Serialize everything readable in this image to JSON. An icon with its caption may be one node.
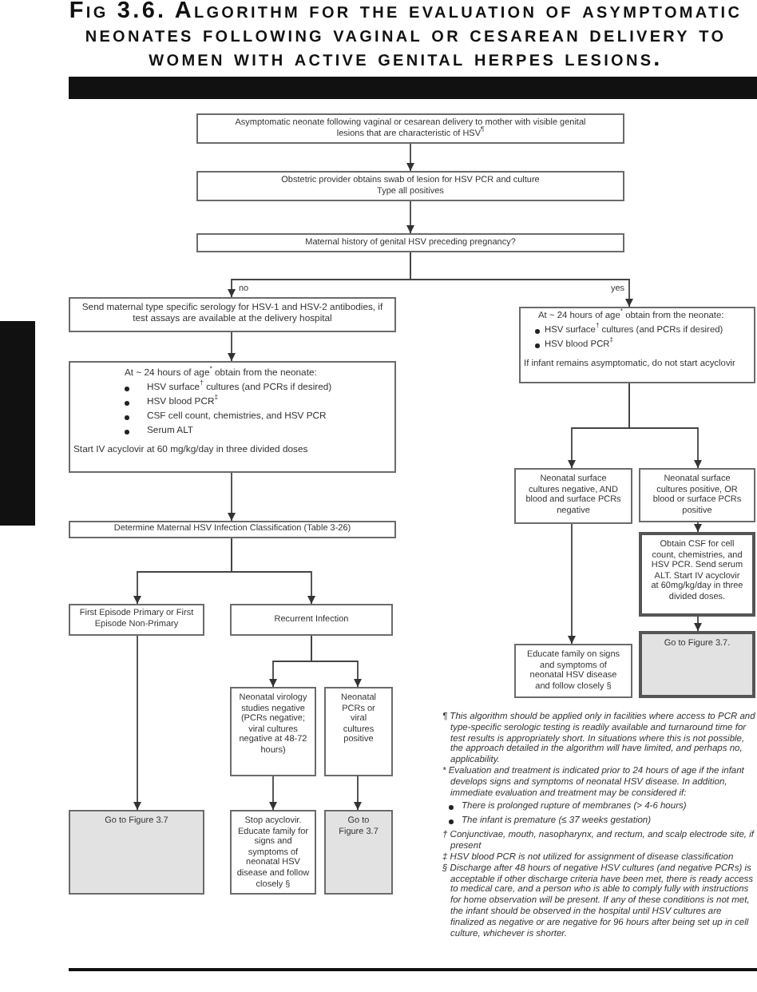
{
  "diagram": {
    "title": "Fig 3.6. Algorithm for the evaluation of asymptomatic neonates following vaginal or cesarean delivery to women with active genital herpes lesions.",
    "nodes": [
      {
        "text": [
          "Asymptomatic neonate following vaginal or cesarean delivery to mother with visible genital lesions that are characteristic of HSV$^{¶}$"
        ]
      },
      {
        "text": [
          "Obstetric provider obtains swab of lesion for HSV PCR and culture",
          "Type all positives"
        ]
      },
      {
        "text": [
          "Maternal history of genital HSV preceding pregnancy?"
        ]
      },
      {
        "text": [
          "Send maternal type specific serology for HSV-1 and HSV-2 antibodies, if test assays are available at the delivery hospital"
        ]
      },
      {
        "text": [
          "At ~ 24 hours of age$^{*}$ obtain from the neonate:",
          "HSV surface$^{†}$ cultures (and PCRs if desired)",
          "HSV blood PCR$^{‡}$",
          "CSF cell count, chemistries, and HSV PCR",
          "Serum ALT",
          "Start IV acyclovir at 60 mg/kg/day in three divided doses"
        ]
      },
      {
        "text": [
          "Determine Maternal HSV Infection Classification (Table 3-26)"
        ]
      },
      {
        "text": [
          "First Episode Primary or First Episode Non-Primary"
        ]
      },
      {
        "text": [
          "Recurrent Infection"
        ]
      },
      {
        "text": [
          "Neonatal virology studies negative (PCRs negative; viral cultures negative at 48-72 hours)"
        ]
      },
      {
        "text": [
          "Neonatal PCRs or viral cultures positive"
        ]
      },
      {
        "text": [
          "Go to Figure 3.7"
        ]
      },
      {
        "text": [
          "Stop acyclovir. Educate family for signs and symptoms of neonatal HSV disease and follow closely §"
        ]
      },
      {
        "text": [
          "Go to Figure 3.7"
        ]
      },
      {
        "text": [
          "At ~ 24 hours of age$^{*}$ obtain from the neonate:",
          "HSV surface$^{†}$ cultures (and PCRs if desired)",
          "HSV blood PCR$^{‡}$",
          "If infant remains asymptomatic, do not start acyclovir"
        ]
      },
      {
        "text": [
          "Neonatal surface cultures negative, AND blood and surface PCRs negative"
        ]
      },
      {
        "text": [
          "Neonatal surface cultures positive, OR blood or surface PCRs positive"
        ]
      },
      {
        "text": [
          "Obtain CSF for cell count, chemistries, and HSV PCR. Send serum ALT. Start IV acyclovir at 60mg/kg/day in three divided doses."
        ]
      },
      {
        "text": [
          "Educate family on signs and symptoms of neonatal HSV disease and follow closely §"
        ]
      },
      {
        "text": [
          "Go to Figure 3.7."
        ]
      },
      {
        "text": [],
        "shape": "bar"
      }
    ],
    "edges": [
      {
        "from": 0,
        "to": 1,
        "arrow": "to"
      },
      {
        "from": 1,
        "to": 2,
        "arrow": "to"
      },
      {
        "from": 2,
        "to": 3,
        "arrow": "to",
        "label": "no"
      },
      {
        "from": 2,
        "to": 13,
        "arrow": "to",
        "label": "yes"
      },
      {
        "from": 3,
        "to": 4,
        "arrow": "to"
      },
      {
        "from": 4,
        "to": 5,
        "arrow": "to"
      },
      {
        "from": 5,
        "to": 6,
        "arrow": "to"
      },
      {
        "from": 5,
        "to": 7,
        "arrow": "to"
      },
      {
        "from": 6,
        "to": 10,
        "arrow": "to"
      },
      {
        "from": 7,
        "to": 8,
        "arrow": "to"
      },
      {
        "from": 7,
        "to": 9,
        "arrow": "to"
      },
      {
        "from": 8,
        "to": 11,
        "arrow": "to"
      },
      {
        "from": 9,
        "to": 12,
        "arrow": "to"
      },
      {
        "from": 13,
        "to": 14,
        "arrow": "to"
      },
      {
        "from": 13,
        "to": 15,
        "arrow": "to"
      },
      {
        "from": 14,
        "to": 17,
        "arrow": "to"
      },
      {
        "from": 15,
        "to": 16,
        "arrow": "to"
      },
      {
        "from": 16,
        "to": 18,
        "arrow": "to"
      }
    ],
    "labels": [
      "¶ This algorithm should be applied only in facilities where access to PCR and type-specific serologic testing is readily available and turnaround time for test results is appropriately short. In situations where this is not possible, the approach detailed in the algorithm will have limited, and perhaps no, applicability.",
      "* Evaluation and treatment is indicated prior to 24 hours of age if the infant develops signs and symptoms of neonatal HSV disease. In addition, immediate evaluation and treatment may be considered if:",
      "There is prolonged rupture of membranes (> 4-6 hours)",
      "The infant is premature (≤ 37 weeks gestation)",
      "† Conjunctivae, mouth, nasopharynx, and rectum, and scalp electrode site, if present",
      "‡ HSV blood PCR is not utilized for assignment of disease classification",
      "§ Discharge after 48 hours of negative HSV cultures (and negative PCRs) is acceptable if other discharge criteria have been met, there is ready access to medical care, and a person who is able to comply fully with instructions for home observation will be present. If any of these conditions is not met, the infant should be observed in the hospital until HSV cultures are finalized as negative or are negative for 96 hours after being set up in cell culture, whichever is shorter."
    ]
  }
}
